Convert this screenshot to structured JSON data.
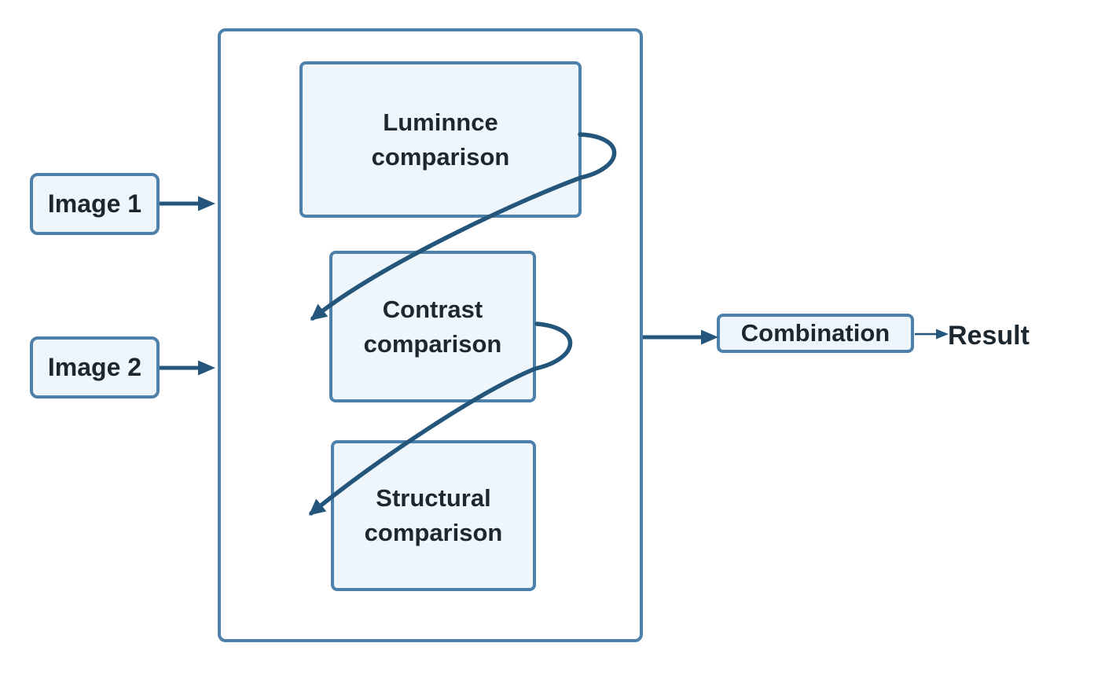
{
  "diagram": {
    "colors": {
      "node_border": "#4d80aa",
      "node_fill": "#eef6fb",
      "arrow": "#24557a",
      "text": "#1d2730"
    },
    "inputs": [
      {
        "id": "image1",
        "label": "Image 1"
      },
      {
        "id": "image2",
        "label": "Image 2"
      }
    ],
    "pipeline": {
      "steps": [
        {
          "id": "luminance",
          "label": "Luminnce\ncomparison"
        },
        {
          "id": "contrast",
          "label": "Contrast\ncomparison"
        },
        {
          "id": "structural",
          "label": "Structural\ncomparison"
        }
      ]
    },
    "combination": {
      "label": "Combination"
    },
    "result": {
      "label": "Result"
    },
    "edges": [
      {
        "from": "image1",
        "to": "pipeline-container"
      },
      {
        "from": "image2",
        "to": "pipeline-container"
      },
      {
        "from": "luminance",
        "to": "contrast",
        "style": "loop-swoosh"
      },
      {
        "from": "contrast",
        "to": "structural",
        "style": "loop-swoosh"
      },
      {
        "from": "pipeline-container",
        "to": "combination"
      },
      {
        "from": "combination",
        "to": "result"
      }
    ]
  }
}
